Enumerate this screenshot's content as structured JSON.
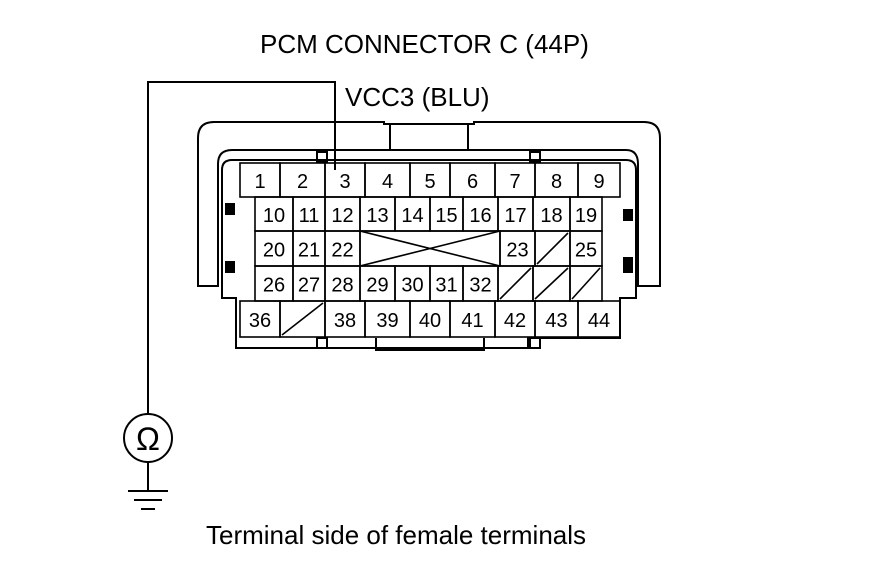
{
  "diagram": {
    "title": "PCM CONNECTOR C (44P)",
    "wire_label": "VCC3 (BLU)",
    "caption": "Terminal side of female terminals",
    "meter_symbol": "Ω",
    "meter_icon": "ohmmeter-icon",
    "ground_icon": "ground-icon",
    "probe_terminal": "3"
  },
  "connector": {
    "rows": [
      [
        "1",
        "2",
        "3",
        "4",
        "5",
        "6",
        "7",
        "8",
        "9"
      ],
      [
        "10",
        "11",
        "12",
        "13",
        "14",
        "15",
        "16",
        "17",
        "18",
        "19"
      ],
      [
        "20",
        "21",
        "22",
        "",
        "23",
        "",
        "25"
      ],
      [
        "26",
        "27",
        "28",
        "29",
        "30",
        "31",
        "32",
        "",
        "",
        ""
      ],
      [
        "36",
        "",
        "38",
        "39",
        "40",
        "41",
        "42",
        "43",
        "44"
      ]
    ]
  }
}
